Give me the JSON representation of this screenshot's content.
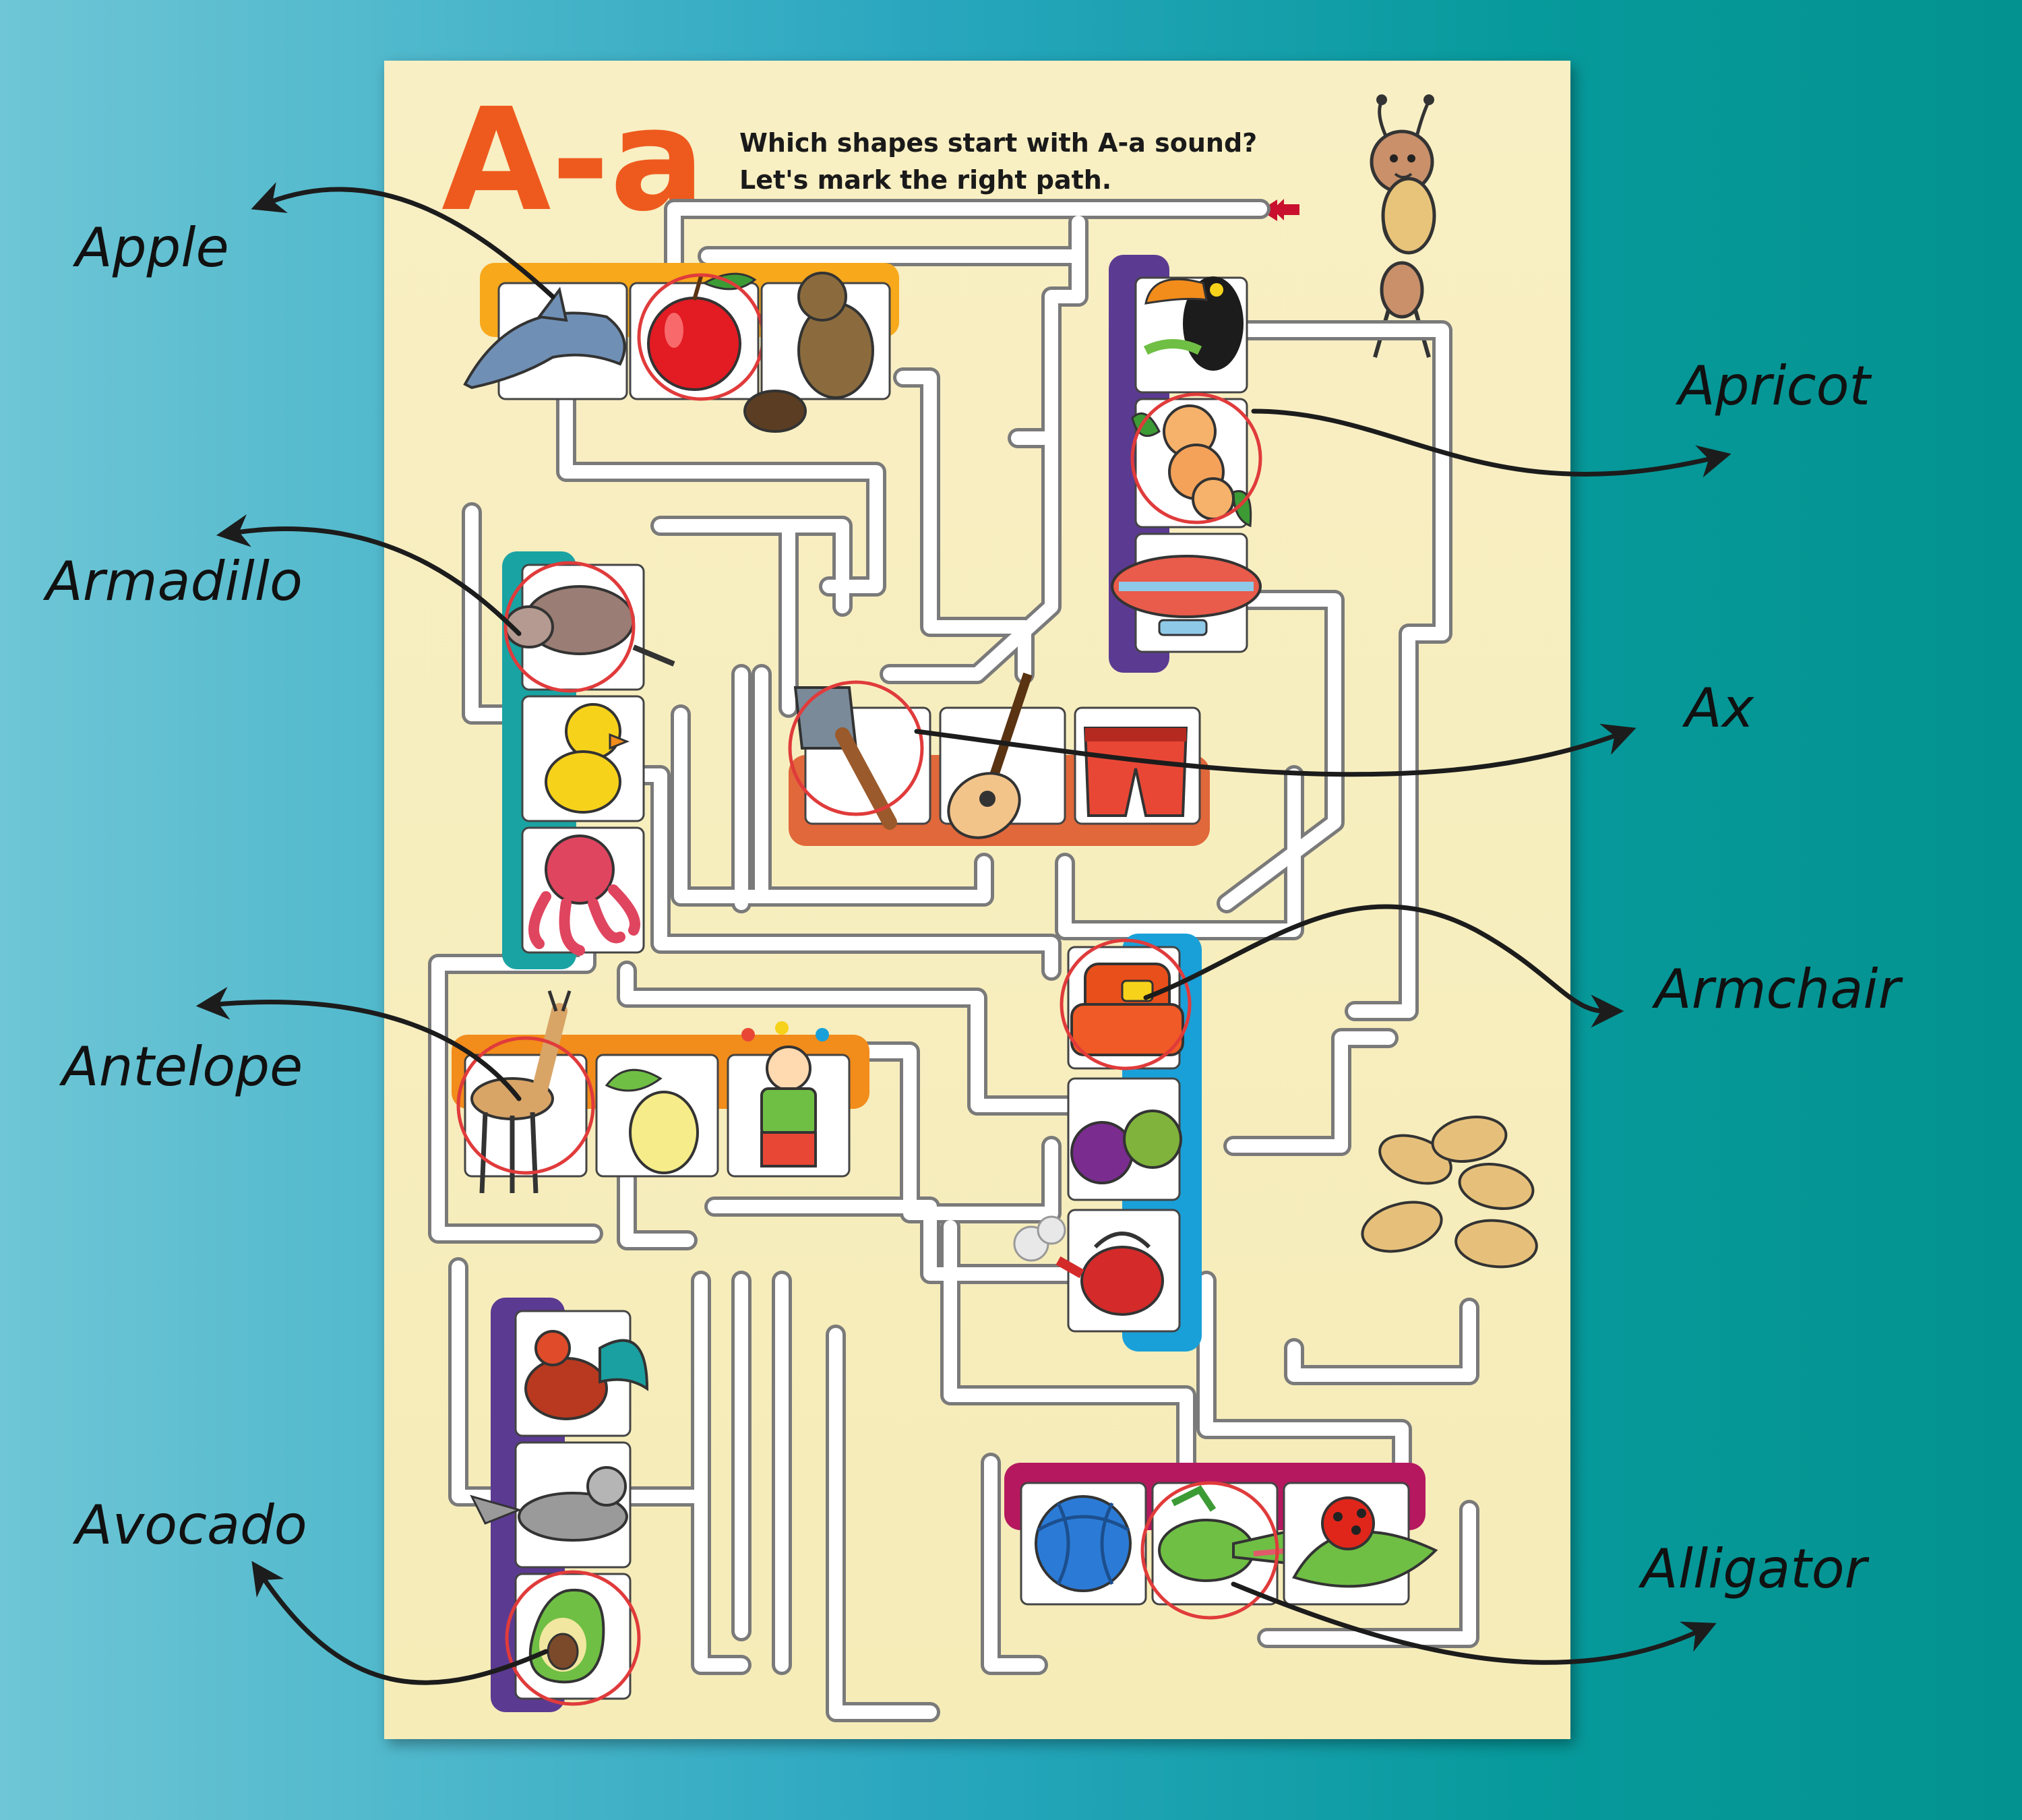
{
  "worksheet": {
    "letter_title": "A-a",
    "instruction_line1": "Which shapes start with A-a sound?",
    "instruction_line2": "Let's mark the right path.",
    "colors": {
      "title": "#ee5a1e",
      "sheet": "#f7efc2",
      "path_fill": "#ffffff",
      "path_stroke": "#7a7a7a",
      "circle_mark": "#e03b3b",
      "arrow_start": "#c8102e"
    }
  },
  "callouts": [
    {
      "label": "Apple",
      "icon": "apple-icon"
    },
    {
      "label": "Armadillo",
      "icon": "armadillo-icon"
    },
    {
      "label": "Antelope",
      "icon": "antelope-icon"
    },
    {
      "label": "Avocado",
      "icon": "avocado-icon"
    },
    {
      "label": "Apricot",
      "icon": "apricot-icon"
    },
    {
      "label": "Ax",
      "icon": "ax-icon"
    },
    {
      "label": "Armchair",
      "icon": "armchair-icon"
    },
    {
      "label": "Alligator",
      "icon": "alligator-icon"
    }
  ],
  "tile_groups": [
    {
      "name": "top-left",
      "color": "#f7a81b",
      "items": [
        "dolphin-icon",
        "apple-icon",
        "mole-icon"
      ]
    },
    {
      "name": "top-right",
      "color": "#5b3a92",
      "items": [
        "toucan-icon",
        "apricot-icon",
        "airship-icon"
      ]
    },
    {
      "name": "left-upper",
      "color": "#1aa3a3",
      "items": [
        "armadillo-icon",
        "chick-icon",
        "octopus-icon"
      ]
    },
    {
      "name": "middle",
      "color": "#e0683a",
      "items": [
        "ax-icon",
        "guitar-icon",
        "shorts-icon"
      ]
    },
    {
      "name": "right-middle",
      "color": "#1aa0d8",
      "items": [
        "armchair-icon",
        "figs-icon",
        "kettle-icon"
      ]
    },
    {
      "name": "left-middle",
      "color": "#f28c1b",
      "items": [
        "antelope-icon",
        "quince-icon",
        "clown-icon"
      ]
    },
    {
      "name": "left-lower",
      "color": "#5b3a92",
      "items": [
        "rooster-icon",
        "seal-icon",
        "avocado-icon"
      ]
    },
    {
      "name": "bottom-right",
      "color": "#b5185f",
      "items": [
        "ball-icon",
        "alligator-icon",
        "ladybug-icon"
      ]
    }
  ],
  "decorations": [
    "ant-icon",
    "seeds-icon",
    "start-arrow-icon"
  ]
}
